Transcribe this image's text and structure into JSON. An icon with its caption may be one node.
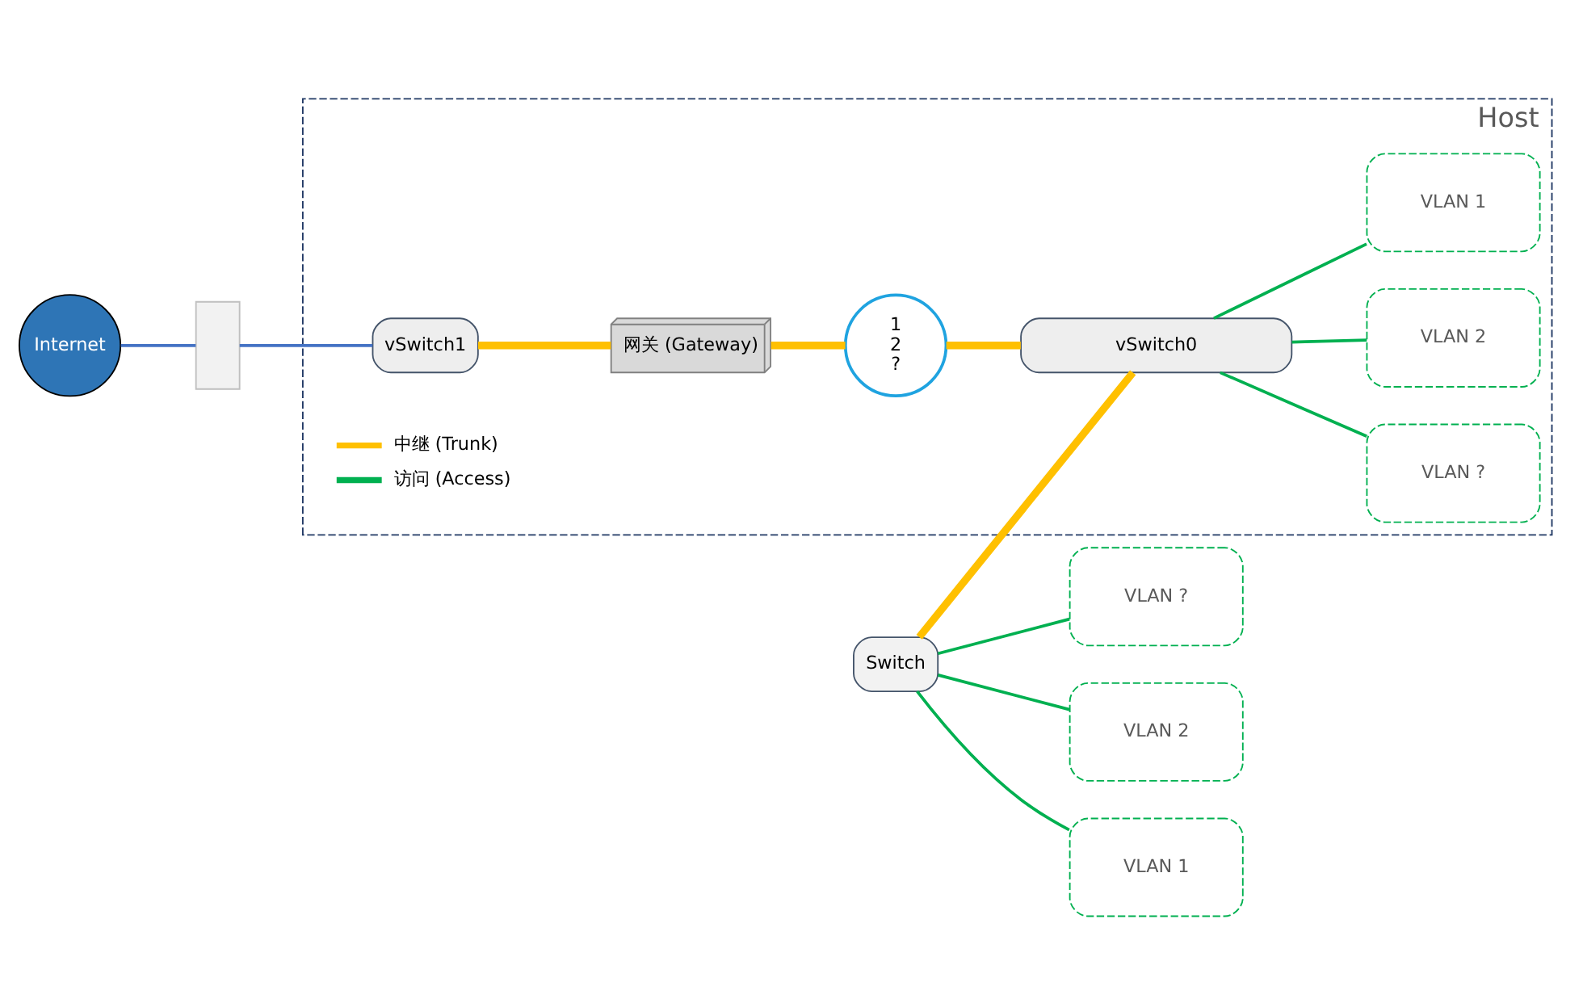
{
  "diagram": {
    "nodes": [
      {
        "text": [
          "Host"
        ]
      },
      {
        "text": [
          "Internet"
        ]
      },
      {
        "text": [],
        "shape": "box"
      },
      {
        "text": [
          "vSwitch1"
        ],
        "in": 0
      },
      {
        "text": [
          "网关 (Gateway)"
        ],
        "in": 0
      },
      {
        "text": [
          "1",
          "2",
          "?"
        ],
        "in": 0
      },
      {
        "text": [
          "vSwitch0"
        ],
        "in": 0
      },
      {
        "text": [
          "VLAN ?"
        ],
        "in": 0
      },
      {
        "text": [
          "VLAN 2"
        ],
        "in": 0
      },
      {
        "text": [
          "VLAN 1"
        ],
        "in": 0
      },
      {
        "text": [
          "Switch"
        ]
      },
      {
        "text": [
          "VLAN ?"
        ]
      },
      {
        "text": [
          "VLAN 2"
        ]
      },
      {
        "text": [
          "VLAN 1"
        ]
      }
    ],
    "edges": [
      {
        "from": 1,
        "to": 2,
        "arrow": "none",
        "color": "#4472c4"
      },
      {
        "from": 2,
        "to": 3,
        "arrow": "none",
        "color": "#4472c4"
      },
      {
        "from": 3,
        "to": 4,
        "arrow": "none",
        "style": "thick",
        "color": "#ffc000"
      },
      {
        "from": 4,
        "to": 5,
        "arrow": "none",
        "style": "thick",
        "color": "#ffc000"
      },
      {
        "from": 5,
        "to": 6,
        "arrow": "none",
        "style": "thick",
        "color": "#ffc000"
      },
      {
        "from": 10,
        "to": 6,
        "arrow": "none",
        "style": "thick",
        "color": "#ffc000"
      },
      {
        "from": 6,
        "to": 7,
        "arrow": "none"
      },
      {
        "from": 6,
        "to": 8,
        "arrow": "none"
      },
      {
        "from": 6,
        "to": 9,
        "arrow": "none"
      },
      {
        "from": 10,
        "to": 11,
        "arrow": "none"
      },
      {
        "from": 10,
        "to": 12,
        "arrow": "none"
      },
      {
        "from": 10,
        "to": 13,
        "arrow": "none"
      }
    ],
    "legend": [
      {
        "text": "中继 (Trunk)"
      },
      {
        "text": "访问 (Access)"
      }
    ]
  }
}
